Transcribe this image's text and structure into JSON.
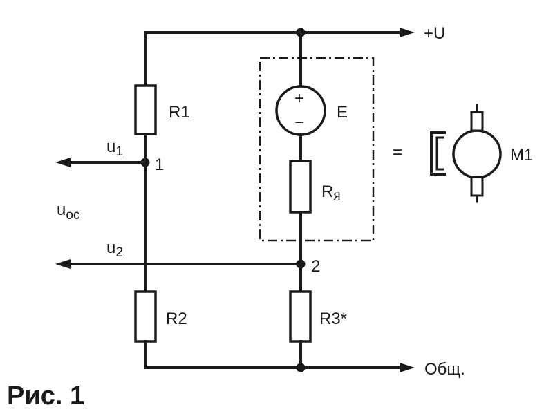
{
  "labels": {
    "supply": "+U",
    "common": "Общ.",
    "R1": "R1",
    "R2": "R2",
    "R3": "R3*",
    "Ra_main": "R",
    "Ra_sub": "я",
    "E": "E",
    "plus": "+",
    "minus": "−",
    "node1": "1",
    "node2": "2",
    "u1_main": "u",
    "u1_sub": "1",
    "u2_main": "u",
    "u2_sub": "2",
    "uoc_main": "u",
    "uoc_sub": "oc",
    "equals": "=",
    "motor": "M1",
    "caption": "Рис. 1"
  }
}
